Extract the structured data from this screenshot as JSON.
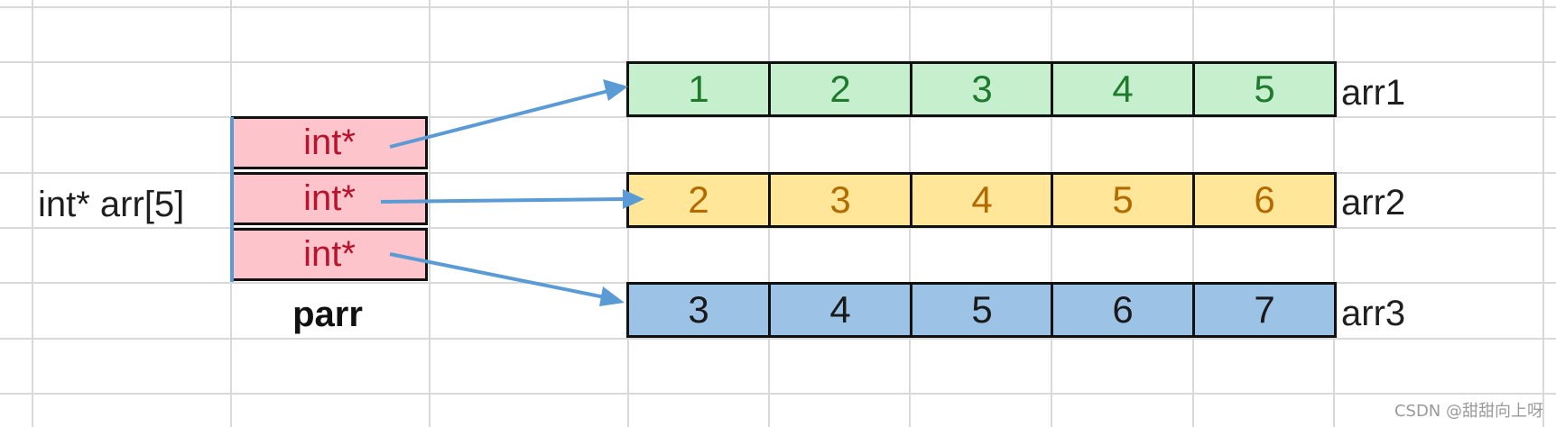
{
  "declaration": "int* arr[5]",
  "pointer_array": {
    "label": "parr",
    "cells": [
      "int*",
      "int*",
      "int*"
    ]
  },
  "arrays": [
    {
      "name": "arr1",
      "values": [
        "1",
        "2",
        "3",
        "4",
        "5"
      ]
    },
    {
      "name": "arr2",
      "values": [
        "2",
        "3",
        "4",
        "5",
        "6"
      ]
    },
    {
      "name": "arr3",
      "values": [
        "3",
        "4",
        "5",
        "6",
        "7"
      ]
    }
  ],
  "colors": {
    "pointer_fill": "#fdc4cc",
    "pointer_text": "#b8142c",
    "arr1_fill": "#c6efce",
    "arr1_text": "#1f7a2e",
    "arr2_fill": "#ffe699",
    "arr2_text": "#b36b00",
    "arr3_fill": "#9cc2e5",
    "arrow": "#5b9bd5",
    "gridline": "#d9d9d9"
  },
  "watermark": "CSDN @甜甜向上呀"
}
